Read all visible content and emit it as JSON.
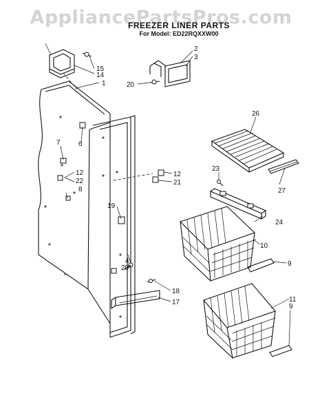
{
  "watermark": "AppliancePartsPros.com",
  "title": "FREEZER LINER PARTS",
  "subtitle": "For Model: ED22RQXXW00",
  "callouts": [
    {
      "id": "c1",
      "label": "1"
    },
    {
      "id": "c2",
      "label": "2"
    },
    {
      "id": "c3",
      "label": "3"
    },
    {
      "id": "c4",
      "label": "4"
    },
    {
      "id": "c6",
      "label": "6"
    },
    {
      "id": "c7",
      "label": "7"
    },
    {
      "id": "c8",
      "label": "8"
    },
    {
      "id": "c9a",
      "label": "9"
    },
    {
      "id": "c9b",
      "label": "9"
    },
    {
      "id": "c10",
      "label": "10"
    },
    {
      "id": "c11",
      "label": "11"
    },
    {
      "id": "c12a",
      "label": "12"
    },
    {
      "id": "c12b",
      "label": "12"
    },
    {
      "id": "c14",
      "label": "14"
    },
    {
      "id": "c15",
      "label": "15"
    },
    {
      "id": "c17",
      "label": "17"
    },
    {
      "id": "c18",
      "label": "18"
    },
    {
      "id": "c19",
      "label": "19"
    },
    {
      "id": "c20a",
      "label": "20"
    },
    {
      "id": "c20b",
      "label": "20"
    },
    {
      "id": "c21",
      "label": "21"
    },
    {
      "id": "c22",
      "label": "22"
    },
    {
      "id": "c23",
      "label": "23"
    },
    {
      "id": "c24",
      "label": "24"
    },
    {
      "id": "c26",
      "label": "26"
    },
    {
      "id": "c27",
      "label": "27"
    }
  ]
}
